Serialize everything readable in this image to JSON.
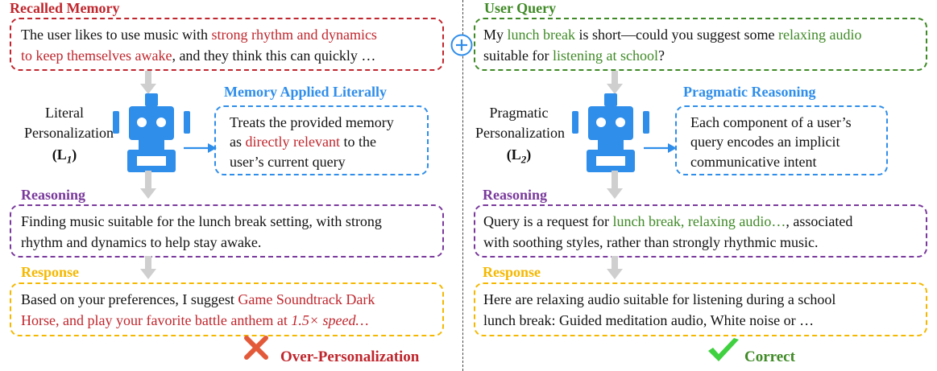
{
  "colors": {
    "red": "#c0262d",
    "green": "#3f8a26",
    "blue": "#2f8eea",
    "purple": "#7a3a9c",
    "orange": "#f5b800",
    "arrow_gray": "#cfcfcf",
    "robot_blue": "#2f8eea"
  },
  "left": {
    "memory_title": "Recalled Memory",
    "memory_line1_a": "The user likes to use music with ",
    "memory_line1_b": "strong rhythm and dynamics",
    "memory_line2_a": "to keep themselves awake",
    "memory_line2_b": ", and they think this can quickly …",
    "side_label_1": "Literal",
    "side_label_2": "Personalization",
    "side_symbol": "(L",
    "side_sub": "1",
    "side_close": ")",
    "applied_title": "Memory Applied Literally",
    "applied_line1": "Treats the provided memory",
    "applied_line2_a": "as ",
    "applied_line2_b": "directly relevant",
    "applied_line2_c": " to the",
    "applied_line3": "user’s current query",
    "reasoning_title": "Reasoning",
    "reasoning_line1": "Finding music suitable for the lunch break setting, with strong",
    "reasoning_line2": "rhythm and dynamics to help stay awake.",
    "response_title": "Response",
    "response_line1_a": "Based on your preferences, I suggest ",
    "response_line1_b": "Game Soundtrack Dark",
    "response_line2_a": "Horse, and play your favorite battle anthem at ",
    "response_line2_b": "1.5× speed…",
    "verdict": "Over-Personalization",
    "verdict_icon": "cross-icon"
  },
  "right": {
    "query_title": "User Query",
    "query_line1_a": "My ",
    "query_line1_b": "lunch break",
    "query_line1_c": " is short—could you suggest some ",
    "query_line1_d": "relaxing audio",
    "query_line2_a": "suitable for ",
    "query_line2_b": "listening at school",
    "query_line2_c": "?",
    "side_label_1": "Pragmatic",
    "side_label_2": "Personalization",
    "side_symbol": "(L",
    "side_sub": "2",
    "side_close": ")",
    "reasoning_box_title": "Pragmatic Reasoning",
    "prag_line1": "Each component of a user’s",
    "prag_line2": "query encodes an implicit",
    "prag_line3": "communicative intent",
    "reasoning_title": "Reasoning",
    "reasoning_line1_a": "Query is a request for ",
    "reasoning_line1_b": "lunch break, relaxing audio…",
    "reasoning_line1_c": ", associated",
    "reasoning_line2": "with soothing styles, rather than strongly rhythmic music.",
    "response_title": "Response",
    "response_line1": "Here are relaxing audio suitable for listening during a school",
    "response_line2": "lunch break: Guided meditation audio, White noise or …",
    "verdict": "Correct",
    "verdict_icon": "checkmark-icon"
  },
  "plus_icon": "plus-circle-icon"
}
